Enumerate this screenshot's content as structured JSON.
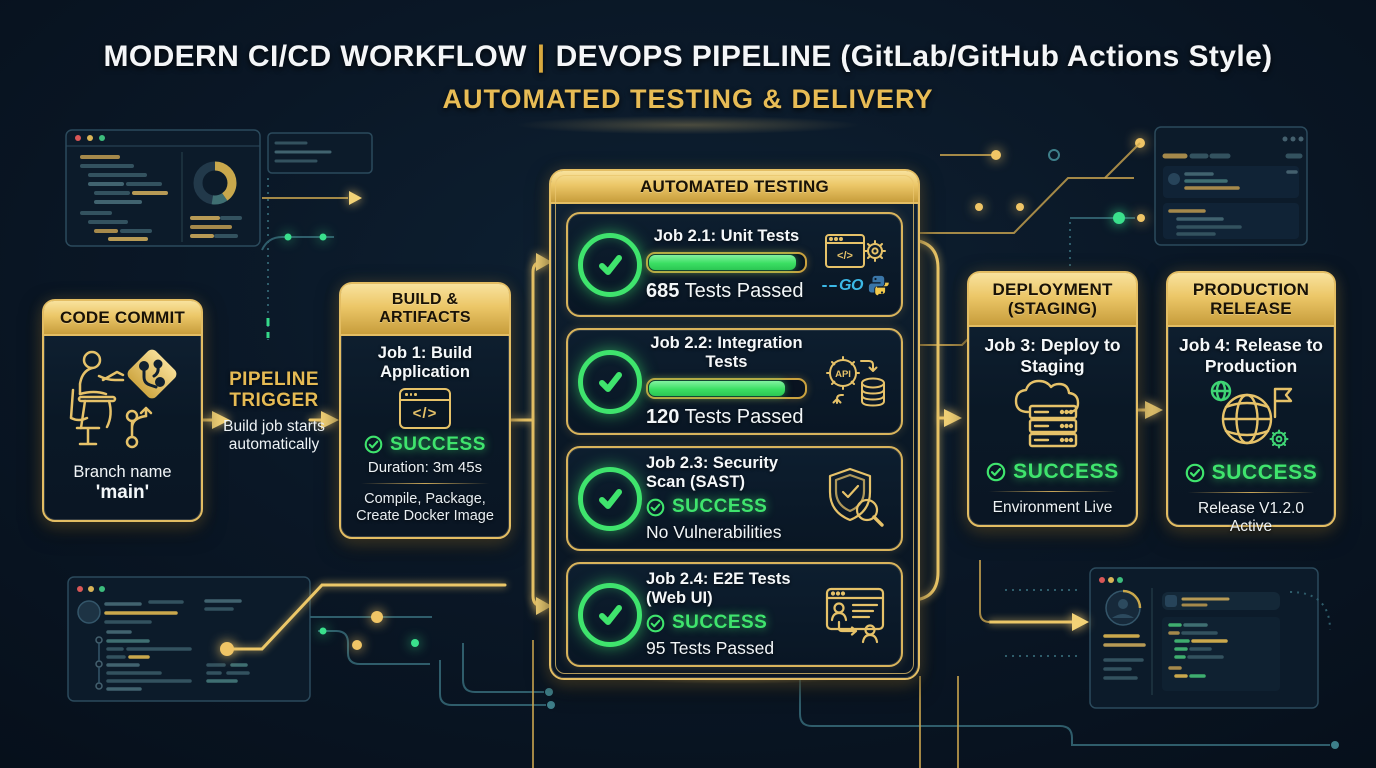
{
  "colors": {
    "gold": "#e8c368",
    "gold_deep": "#c79d3c",
    "green": "#3fe46d",
    "bg": "#0a1726",
    "card_bg": "#0b1a29",
    "go_blue": "#3cb9e7",
    "python_blue": "#3a76a8",
    "python_yellow": "#f2c94c"
  },
  "header": {
    "title_left": "MODERN CI/CD WORKFLOW",
    "separator": "|",
    "title_right": "DEVOPS PIPELINE (GitLab/GitHub Actions Style)",
    "subtitle": "AUTOMATED TESTING & DELIVERY"
  },
  "commit": {
    "header": "CODE COMMIT",
    "caption_line1": "Branch name",
    "caption_line2": "'main'"
  },
  "trigger": {
    "title_line1": "PIPELINE",
    "title_line2": "TRIGGER",
    "subtitle_line1": "Build job starts",
    "subtitle_line2": "automatically"
  },
  "build": {
    "header": "BUILD & ARTIFACTS",
    "job_line1": "Job 1: Build",
    "job_line2": "Application",
    "status": "SUCCESS",
    "duration": "Duration: 3m 45s",
    "detail_line1": "Compile, Package,",
    "detail_line2": "Create Docker Image"
  },
  "testing": {
    "header": "AUTOMATED TESTING",
    "jobs": [
      {
        "title": "Job 2.1: Unit Tests",
        "progress_pct": 95,
        "count": "685",
        "count_label": " Tests Passed"
      },
      {
        "title": "Job 2.2: Integration Tests",
        "progress_pct": 88,
        "count": "120",
        "count_label": " Tests Passed"
      },
      {
        "title": "Job 2.3: Security Scan (SAST)",
        "status": "SUCCESS",
        "result": "No Vulnerabilities"
      },
      {
        "title": "Job 2.4: E2E Tests (Web UI)",
        "status": "SUCCESS",
        "result": "95 Tests Passed"
      }
    ]
  },
  "staging": {
    "header_line1": "DEPLOYMENT",
    "header_line2": "(STAGING)",
    "job_line1": "Job 3: Deploy to",
    "job_line2": "Staging",
    "status": "SUCCESS",
    "detail": "Environment Live"
  },
  "production": {
    "header_line1": "PRODUCTION",
    "header_line2": "RELEASE",
    "job_line1": "Job 4: Release to",
    "job_line2": "Production",
    "status": "SUCCESS",
    "detail": "Release V1.2.0 Active"
  },
  "icons": {
    "code_glyph": "</>",
    "go_label": "GO",
    "api_label": "API"
  }
}
